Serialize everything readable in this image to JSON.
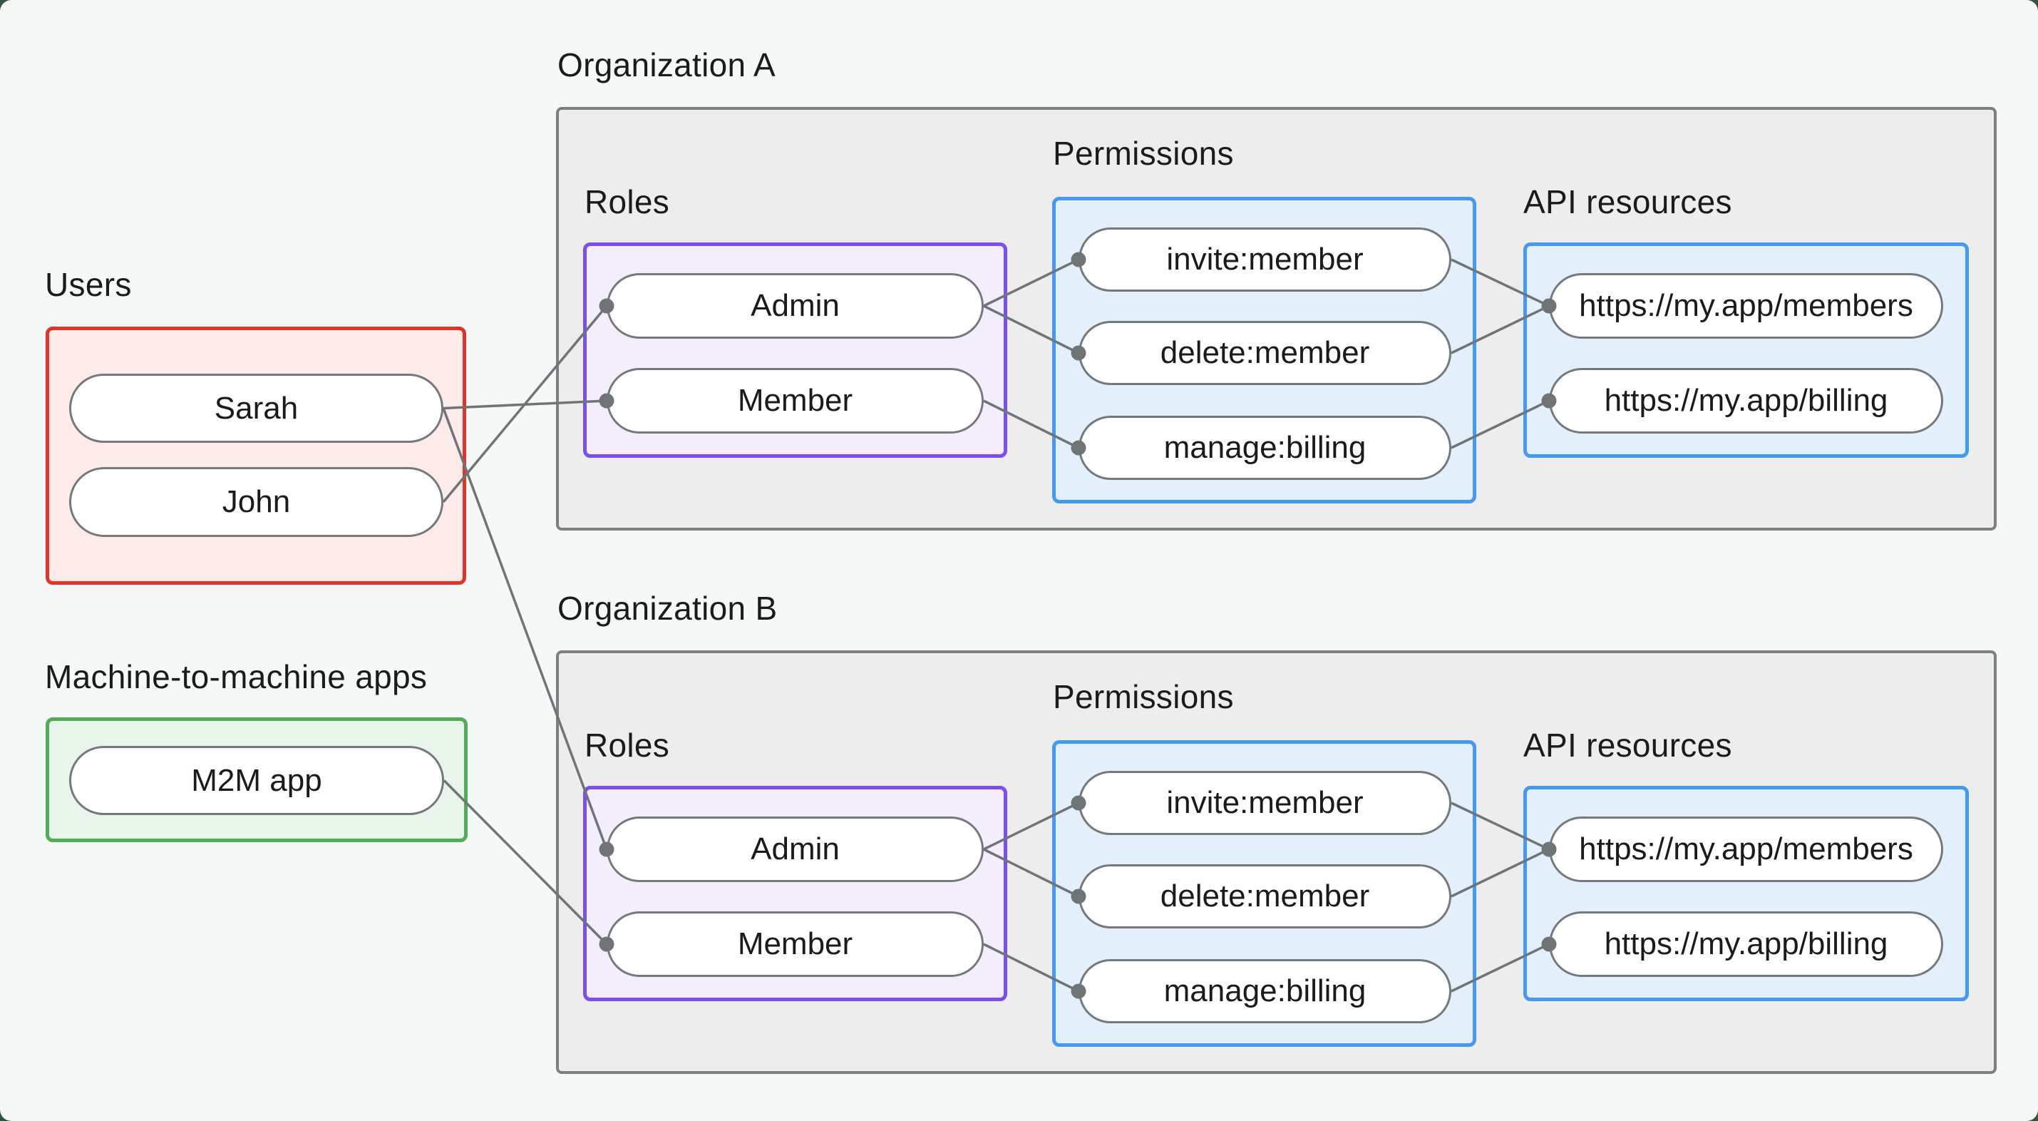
{
  "users_section": {
    "title": "Users",
    "items": [
      {
        "id": "sarah",
        "label": "Sarah"
      },
      {
        "id": "john",
        "label": "John"
      }
    ]
  },
  "m2m_section": {
    "title": "Machine-to-machine apps",
    "items": [
      {
        "id": "m2m",
        "label": "M2M app"
      }
    ]
  },
  "org_a": {
    "title": "Organization A",
    "roles_label": "Roles",
    "permissions_label": "Permissions",
    "api_label": "API resources",
    "roles": [
      {
        "id": "a_admin",
        "label": "Admin"
      },
      {
        "id": "a_member",
        "label": "Member"
      }
    ],
    "permissions": [
      {
        "id": "a_invite",
        "label": "invite:member"
      },
      {
        "id": "a_delete",
        "label": "delete:member"
      },
      {
        "id": "a_manage",
        "label": "manage:billing"
      }
    ],
    "api_resources": [
      {
        "id": "a_members",
        "label": "https://my.app/members"
      },
      {
        "id": "a_billing",
        "label": "https://my.app/billing"
      }
    ]
  },
  "org_b": {
    "title": "Organization B",
    "roles_label": "Roles",
    "permissions_label": "Permissions",
    "api_label": "API resources",
    "roles": [
      {
        "id": "b_admin",
        "label": "Admin"
      },
      {
        "id": "b_member",
        "label": "Member"
      }
    ],
    "permissions": [
      {
        "id": "b_invite",
        "label": "invite:member"
      },
      {
        "id": "b_delete",
        "label": "delete:member"
      },
      {
        "id": "b_manage",
        "label": "manage:billing"
      }
    ],
    "api_resources": [
      {
        "id": "b_members",
        "label": "https://my.app/members"
      },
      {
        "id": "b_billing",
        "label": "https://my.app/billing"
      }
    ]
  },
  "connections": [
    {
      "from": "sarah",
      "to": "a_member"
    },
    {
      "from": "john",
      "to": "a_admin"
    },
    {
      "from": "sarah",
      "to": "b_admin"
    },
    {
      "from": "m2m",
      "to": "b_member"
    },
    {
      "from": "a_admin",
      "to": "a_invite"
    },
    {
      "from": "a_admin",
      "to": "a_delete"
    },
    {
      "from": "a_member",
      "to": "a_manage"
    },
    {
      "from": "a_invite",
      "to": "a_members"
    },
    {
      "from": "a_delete",
      "to": "a_members"
    },
    {
      "from": "a_manage",
      "to": "a_billing"
    },
    {
      "from": "b_admin",
      "to": "b_invite"
    },
    {
      "from": "b_admin",
      "to": "b_delete"
    },
    {
      "from": "b_member",
      "to": "b_manage"
    },
    {
      "from": "b_invite",
      "to": "b_members"
    },
    {
      "from": "b_delete",
      "to": "b_members"
    },
    {
      "from": "b_manage",
      "to": "b_billing"
    }
  ],
  "colors": {
    "background": "#f6f8f8",
    "text": "#191b1d",
    "org_box_fill": "#ededee",
    "org_box_border": "#7b8082",
    "users_box_fill": "#fcebe9",
    "users_box_border": "#e0342b",
    "m2m_box_fill": "#e9f5eb",
    "m2m_box_border": "#4fad55",
    "roles_box_fill": "#f3edfc",
    "roles_box_border": "#7a4ff2",
    "permissions_box_fill": "#e3f0fc",
    "permissions_box_border": "#449af3",
    "node_fill": "#ffffff",
    "node_border": "#74797c",
    "edge": "#6f7477"
  }
}
